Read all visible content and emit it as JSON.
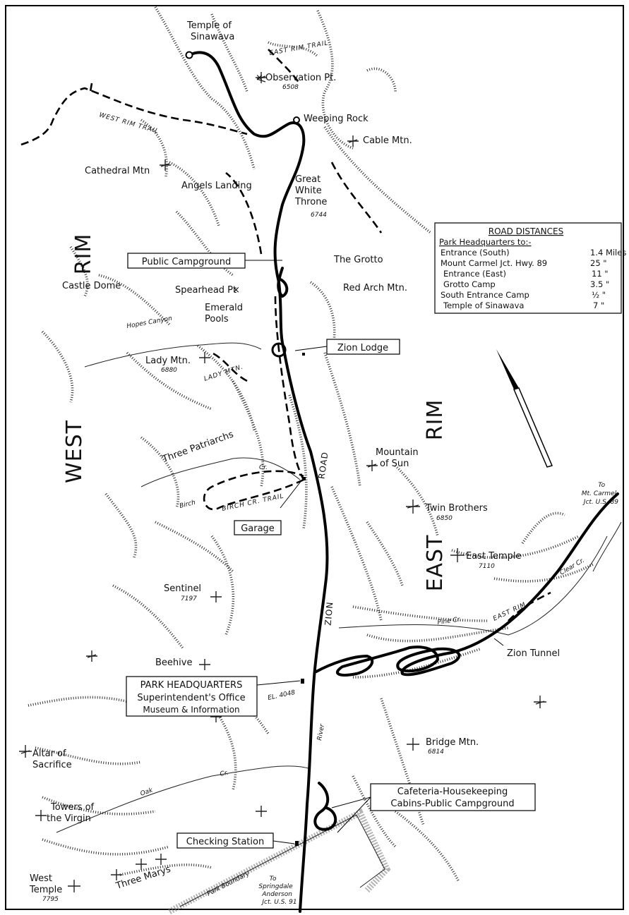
{
  "places": {
    "temple_of_sinawava": [
      "Temple of",
      "Sinawava"
    ],
    "observation_pt": "Observation Pt.",
    "observation_pt_elev": "6508",
    "weeping_rock": "Weeping Rock",
    "cable_mtn": "Cable Mtn.",
    "cathedral_mtn": "Cathedral Mtn",
    "angels_landing": "Angels Landing",
    "great_white_throne": [
      "Great",
      "White",
      "Throne"
    ],
    "great_white_throne_elev": "6744",
    "the_grotto": "The Grotto",
    "red_arch_mtn": "Red Arch Mtn.",
    "castle_dome": "Castle Dome",
    "spearhead_pt": "Spearhead Pt",
    "emerald_pools": [
      "Emerald",
      "Pools"
    ],
    "lady_mtn": "Lady Mtn.",
    "lady_mtn_elev": "6880",
    "three_patriarchs": "Three Patriarchs",
    "mountain_of_sun": [
      "Mountain",
      "of Sun"
    ],
    "twin_brothers": "Twin Brothers",
    "twin_brothers_elev": "6850",
    "east_temple": "East Temple",
    "east_temple_elev": "7110",
    "sentinel": "Sentinel",
    "sentinel_elev": "7197",
    "beehive": "Beehive",
    "zion_tunnel": "Zion Tunnel",
    "bridge_mtn": "Bridge Mtn.",
    "bridge_mtn_elev": "6814",
    "altar_of_sacrifice": [
      "Altar of",
      "Sacrifice"
    ],
    "towers_of_the_virgin": [
      "Towers of",
      "the Virgin"
    ],
    "west_temple": [
      "West",
      "Temple"
    ],
    "west_temple_elev": "7795",
    "three_marys": "Three Marys",
    "elevation_hq": "EL. 4048"
  },
  "rims": {
    "west": "WEST",
    "rim": "RIM",
    "east": "EAST"
  },
  "roads": {
    "zion_road_1": "ROAD",
    "zion_road_2": "ZION",
    "to_mt_carmel": [
      "To",
      "Mt. Carmel",
      "Jct. U.S. 89"
    ],
    "to_springdale": [
      "To",
      "Springdale",
      "Anderson",
      "Jct. U.S. 91"
    ]
  },
  "trails": {
    "east_rim": "EAST RIM TRAIL",
    "west_rim": "WEST RIM TRAIL",
    "birch_cr": "BIRCH CR. TRAIL",
    "lady_mtn": "LADY MTN.",
    "east_rim_lower": "EAST RIM"
  },
  "streams": {
    "hopes_canyon": "Hopes Canyon",
    "birch": "Birch",
    "cr_birch": "Cr.",
    "pine_cr": "Pine Cr.",
    "clear_cr": "Clear Cr.",
    "oak": "Oak",
    "cr_oak": "Cr.",
    "north_fork_river": "River"
  },
  "boundary_label": "Park Boundary",
  "boxes": {
    "public_campground": "Public Campground",
    "zion_lodge": "Zion Lodge",
    "garage": "Garage",
    "hq_line1": "PARK HEADQUARTERS",
    "hq_line2": "Superintendent's Office",
    "hq_line3": "Museum & Information",
    "cafeteria_line1": "Cafeteria-Housekeeping",
    "cafeteria_line2": "Cabins-Public Campground",
    "checking_station": "Checking Station"
  },
  "distances": {
    "title": "ROAD DISTANCES",
    "subtitle": "Park Headquarters to:-",
    "rows": [
      {
        "place": "Entrance (South)",
        "value": "1.4 Miles"
      },
      {
        "place": "Mount Carmel Jct. Hwy. 89",
        "value": "25 \""
      },
      {
        "place": "Entrance (East)",
        "value": "11 \""
      },
      {
        "place": "Grotto Camp",
        "value": "3.5 \""
      },
      {
        "place": "South Entrance Camp",
        "value": "½ \""
      },
      {
        "place": "Temple of Sinawava",
        "value": "7 \""
      }
    ]
  }
}
